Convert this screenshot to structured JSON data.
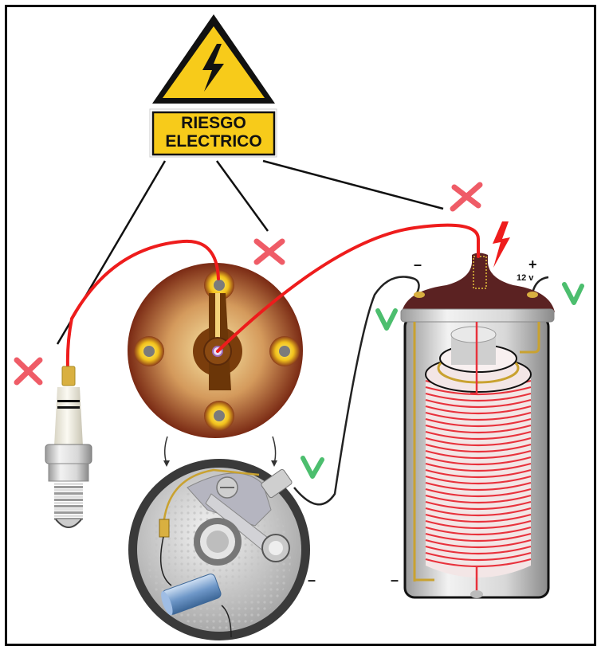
{
  "warning_sign": {
    "line1": "RIESGO",
    "line2": "ELECTRICO",
    "icon": "high-voltage-lightning-icon",
    "colors": {
      "yellow": "#f7cb1a",
      "border": "#111111"
    }
  },
  "coil": {
    "terminal_negative": "–",
    "terminal_positive": "+",
    "voltage": "12 v",
    "colors": {
      "cap": "#5b2222",
      "winding": "#e8323c",
      "body": "#d6d6d6",
      "primary_wire": "#c9a230"
    }
  },
  "distributor": {
    "negative_label": "–",
    "colors": {
      "cap": "#8a3a1a",
      "glow": "#f6e08c"
    }
  },
  "marks": {
    "danger_symbol": "×",
    "safe_symbol": "V",
    "danger_color": "#ee4b57",
    "safe_color": "#4cbe6e",
    "danger_points": [
      "spark-plug-wire",
      "distributor-cap-wire",
      "coil-high-tension-wire"
    ],
    "safe_points": [
      "coil-negative-terminal",
      "coil-positive-terminal",
      "distributor-points-terminal"
    ]
  },
  "wires": {
    "high_tension_color": "#ee1c1c",
    "low_tension_color": "#222222"
  }
}
